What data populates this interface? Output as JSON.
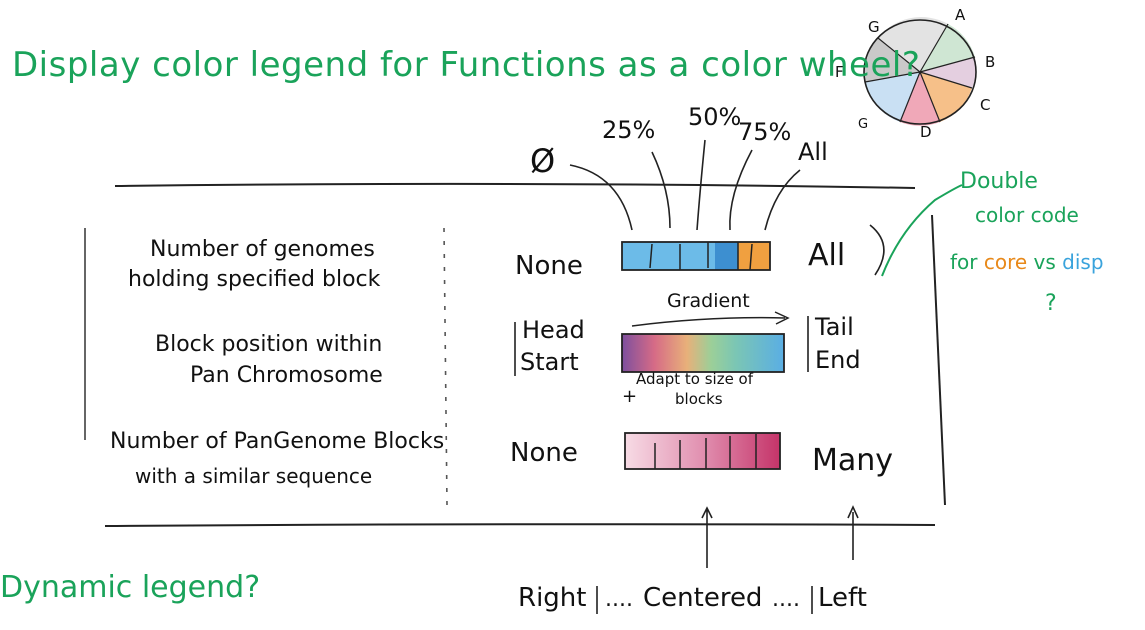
{
  "title": "Display color legend for Functions as a color wheel?",
  "wheel": {
    "labels": [
      "A",
      "B",
      "C",
      "D",
      "G",
      "F",
      "G"
    ],
    "colors": [
      "#cfe6d3",
      "#e4cfe0",
      "#f6c089",
      "#f0a8b8",
      "#c9e0f3",
      "#c9c9c9",
      "#e3e3e3"
    ]
  },
  "scale_markers": [
    "Ø",
    "25%",
    "50%",
    "75%",
    "All"
  ],
  "double_code": {
    "line1": "Double",
    "line2": "color code",
    "line3_prefix": "for",
    "core": "core",
    "vs": "vs",
    "disp": "disp",
    "question": "?"
  },
  "rows": [
    {
      "label_line1": "Number of genomes",
      "label_line2": "holding specified block",
      "left": "None",
      "right": "All"
    },
    {
      "label_line1": "Block position within",
      "label_line2": "Pan Chromosome",
      "left_line1": "Head",
      "left_line2": "Start",
      "right_line1": "Tail",
      "right_line2": "End",
      "gradient_note": "Gradient",
      "adapt_line1": "Adapt to size of",
      "adapt_line2": "blocks",
      "plus": "+"
    },
    {
      "label_line1": "Number of PanGenome Blocks",
      "label_line2": "with a similar sequence",
      "left": "None",
      "right": "Many"
    }
  ],
  "dynamic_legend": "Dynamic legend?",
  "alignment": {
    "right": "Right",
    "centered": "Centered",
    "left": "Left",
    "dots": "....",
    "dots2": "...."
  },
  "colors": {
    "green_note": "#1aa35a",
    "core_orange": "#e8891a",
    "disp_blue": "#3aa3dc",
    "bar_blue": "#6cbbe8",
    "bar_orange": "#f0a040",
    "bar_pink": "#d05a85"
  }
}
